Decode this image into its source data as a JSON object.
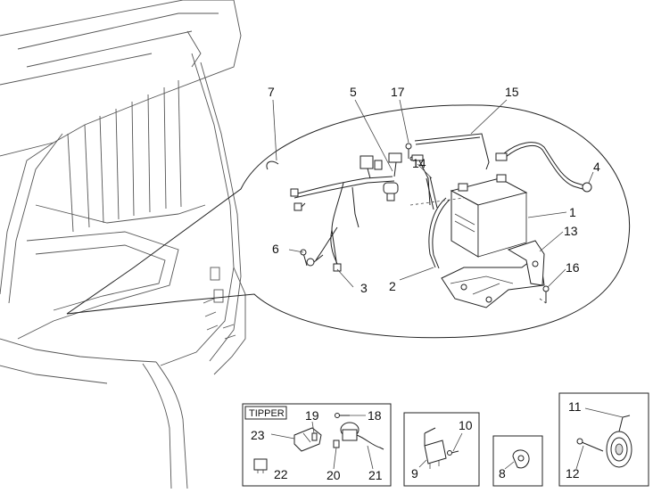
{
  "callouts": [
    "1",
    "2",
    "3",
    "4",
    "5",
    "6",
    "7",
    "8",
    "9",
    "10",
    "11",
    "12",
    "13",
    "14",
    "15",
    "16",
    "17",
    "18",
    "19",
    "20",
    "21",
    "22",
    "23"
  ],
  "boxes": {
    "tipper_label": "TIPPER"
  },
  "icons": [
    "cab-outline",
    "wiring-harness",
    "battery",
    "battery-tray",
    "relay",
    "horn",
    "switch",
    "buzzer"
  ]
}
